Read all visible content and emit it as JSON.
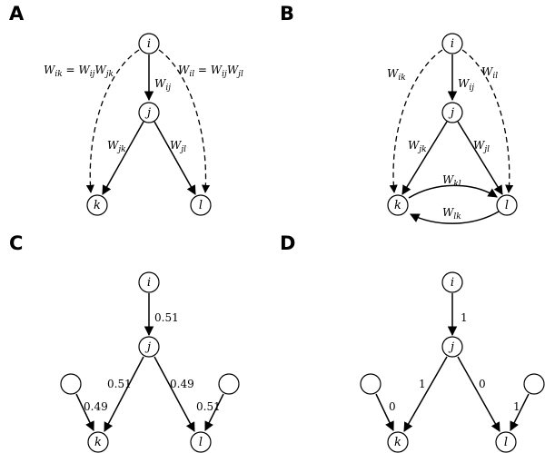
{
  "panels": {
    "a": {
      "letter": "A",
      "nodes": {
        "i": "i",
        "j": "j",
        "k": "k",
        "l": "l"
      },
      "edge_labels": {
        "ij": "W",
        "ij_sub": "ij",
        "jk": "W",
        "jk_sub": "jk",
        "jl": "W",
        "jl_sub": "jl"
      },
      "formula_ik": "W_ik = W_ij W_jk",
      "formula_il": "W_il = W_ij W_jl"
    },
    "b": {
      "letter": "B",
      "nodes": {
        "i": "i",
        "j": "j",
        "k": "k",
        "l": "l"
      },
      "edge_labels": {
        "ik": "W",
        "ik_sub": "ik",
        "il": "W",
        "il_sub": "il",
        "ij": "W",
        "ij_sub": "ij",
        "jk": "W",
        "jk_sub": "jk",
        "jl": "W",
        "jl_sub": "jl",
        "kl": "W",
        "kl_sub": "kl",
        "lk": "W",
        "lk_sub": "lk"
      }
    },
    "c": {
      "letter": "C",
      "nodes": {
        "i": "i",
        "j": "j",
        "k": "k",
        "l": "l"
      },
      "weights": {
        "ij": "0.51",
        "jk": "0.51",
        "jl": "0.49",
        "xk": "0.49",
        "yl": "0.51"
      }
    },
    "d": {
      "letter": "D",
      "nodes": {
        "i": "i",
        "j": "j",
        "k": "k",
        "l": "l"
      },
      "weights": {
        "ij": "1",
        "jk": "1",
        "jl": "0",
        "xk": "0",
        "yl": "1"
      }
    }
  }
}
